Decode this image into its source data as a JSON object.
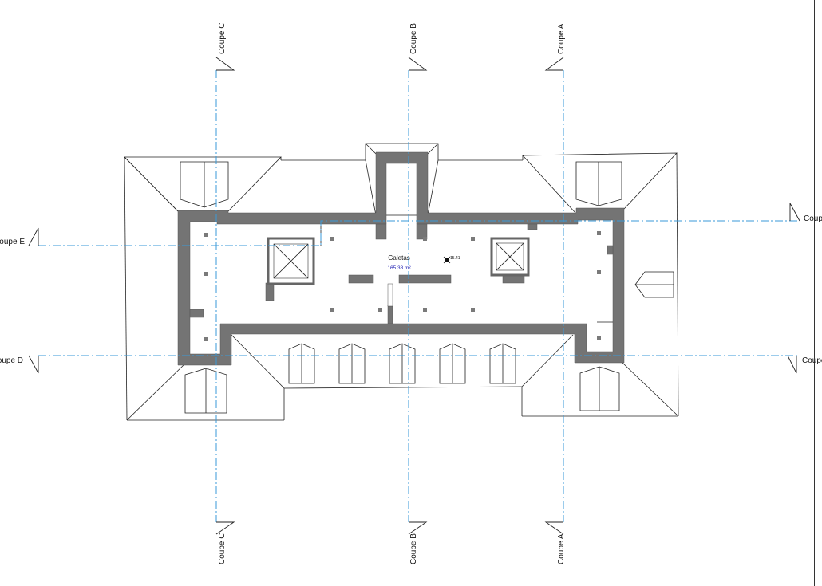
{
  "drawing": {
    "room": {
      "name": "Galetas",
      "area": "165.38 m²",
      "level": "15.41"
    },
    "sections": {
      "a": "Coupe A",
      "b": "Coupe B",
      "c": "Coupe C",
      "d": "Coupe D",
      "e": "Coupe E",
      "d_right": "Coupe",
      "e_right": "Coup"
    }
  },
  "colors": {
    "wall": "#747474",
    "section_line": "#3a9ad9",
    "area_text": "#1a1ab0",
    "line": "#222222"
  }
}
